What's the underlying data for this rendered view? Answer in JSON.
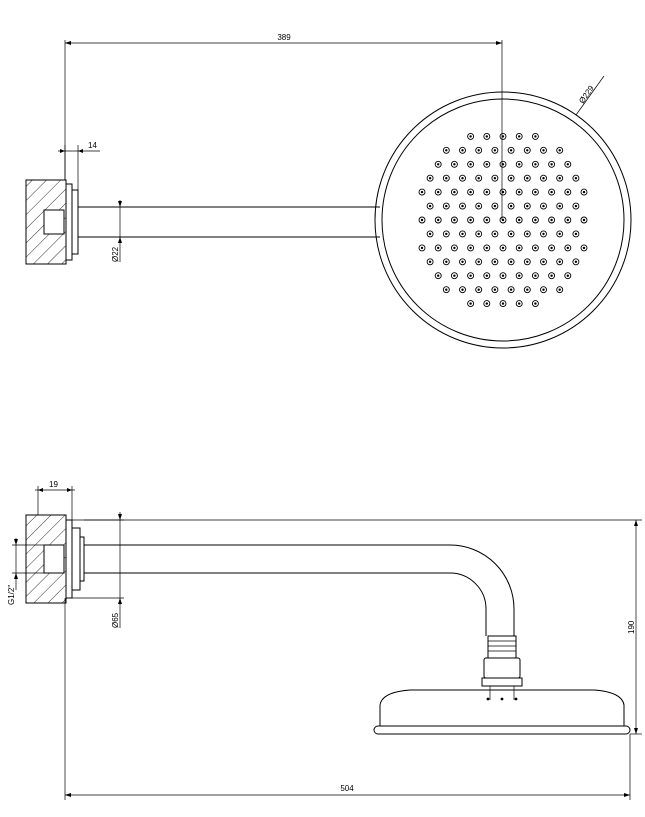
{
  "top_view": {
    "dim_length": "389",
    "dim_flange": "14",
    "dim_arm_diameter": "Ø22",
    "dim_head_diameter": "Ø229"
  },
  "side_view": {
    "dim_flange": "19",
    "dim_thread": "G1/2\"",
    "dim_flange_diameter": "Ø65",
    "dim_height": "190",
    "dim_total_length": "504"
  }
}
